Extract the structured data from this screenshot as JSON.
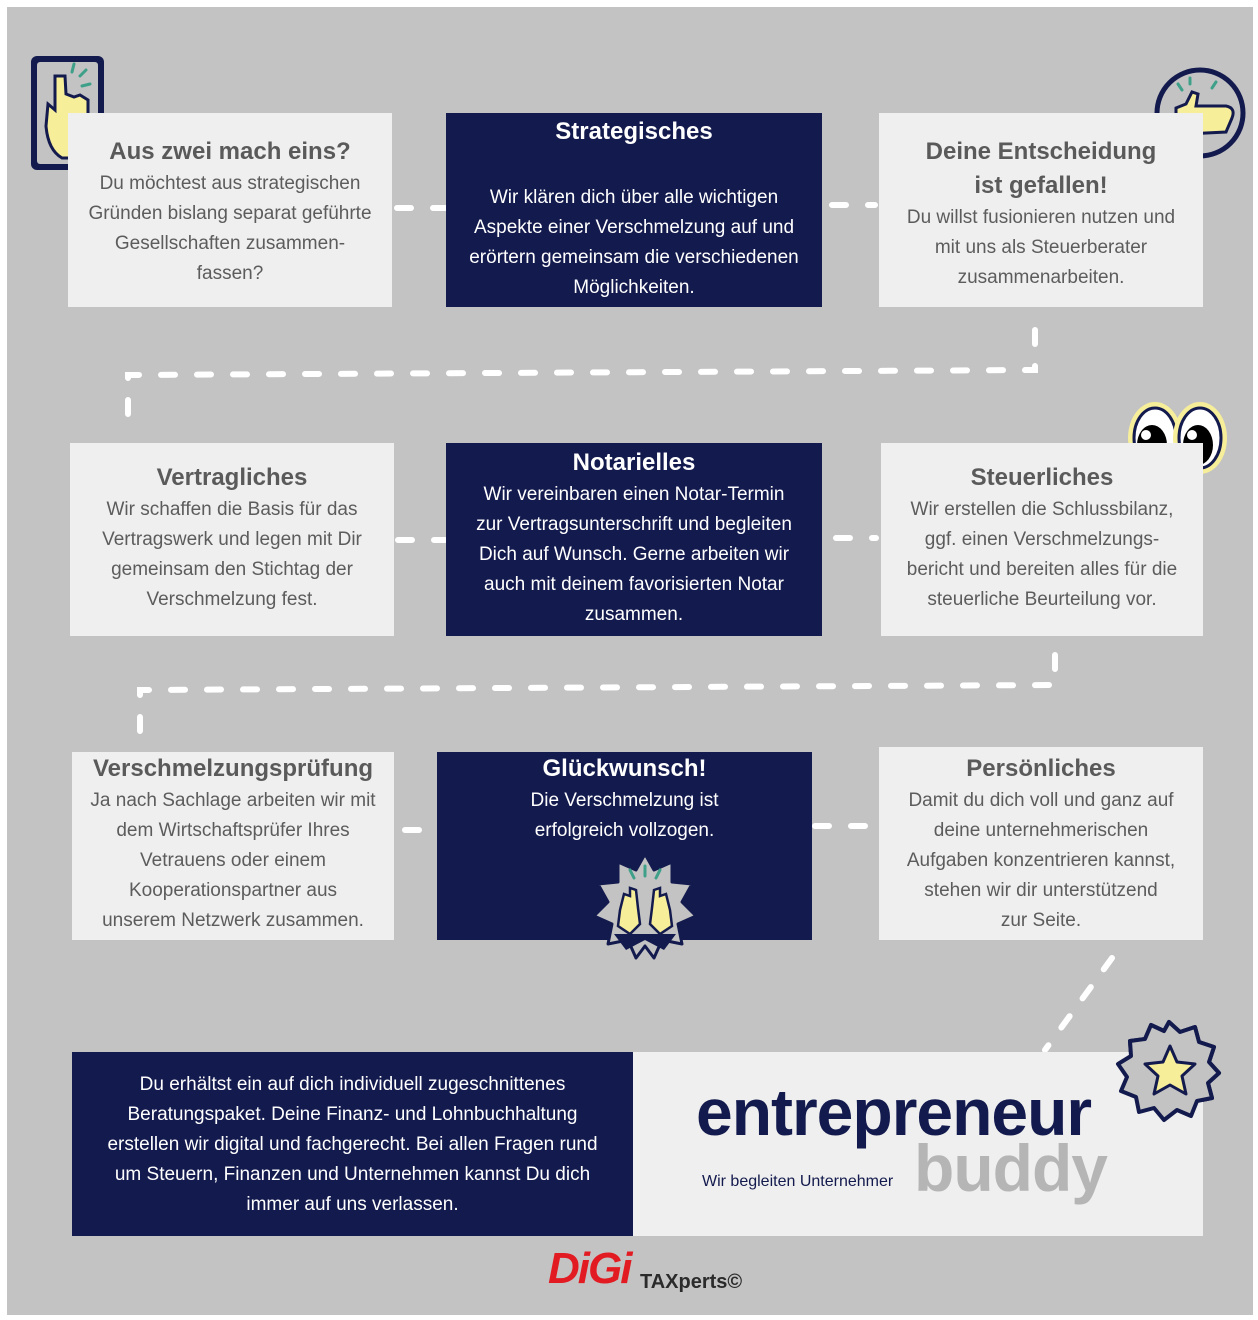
{
  "boxes": {
    "b1": {
      "title": "Aus zwei mach eins?",
      "text": "Du möchtest aus strategischen\nGründen bislang separat geführte\nGesellschaften zusammen-\nfassen?"
    },
    "b2": {
      "title": "Strategisches",
      "text": "Wir klären dich über alle wichtigen\nAspekte einer Verschmelzung auf und\nerörtern gemeinsam die verschiedenen\nMöglichkeiten."
    },
    "b3": {
      "title": "Deine Entscheidung\nist gefallen!",
      "text": "Du willst fusionieren nutzen und\nmit uns als Steuerberater\nzusammenarbeiten."
    },
    "b4": {
      "title": "Vertragliches",
      "text": "Wir schaffen die Basis für das\nVertragswerk und legen mit Dir\ngemeinsam den Stichtag der\nVerschmelzung fest."
    },
    "b5": {
      "title": "Notarielles",
      "text": "Wir vereinbaren einen Notar-Termin\nzur Vertragsunterschrift und begleiten\nDich auf Wunsch. Gerne arbeiten wir\nauch mit deinem favorisierten Notar\nzusammen."
    },
    "b6": {
      "title": "Steuerliches",
      "text": "Wir erstellen die Schlussbilanz,\nggf. einen Verschmelzungs-\nbericht und bereiten alles für die\nsteuerliche Beurteilung vor."
    },
    "b7": {
      "title": "Verschmelzungsprüfung",
      "text": "Ja nach Sachlage arbeiten wir mit\ndem Wirtschaftsprüfer Ihres\nVetrauens oder einem\nKooperationspartner aus\nunserem Netzwerk zusammen."
    },
    "b8": {
      "title": "Glückwunsch!",
      "text": "Die Verschmelzung ist\nerfolgreich vollzogen."
    },
    "b9": {
      "title": "Persönliches",
      "text": "Damit du dich voll und ganz auf\ndeine unternehmerischen\nAufgaben konzentrieren kannst,\nstehen wir dir unterstützend\nzur Seite."
    }
  },
  "footer": {
    "text": "Du erhältst ein auf dich individuell zugeschnittenes\nBeratungspaket. Deine Finanz- und Lohnbuchhaltung\nerstellen wir digital und fachgerecht. Bei allen Fragen rund\num Steuern, Finanzen und Unternehmen kannst Du dich\nimmer auf uns verlassen.",
    "brand_main": "entrepreneur",
    "brand_sub": "buddy",
    "tagline": "Wir begleiten Unternehmer",
    "logo_digi": "DiGi",
    "logo_taxperts": "TAXperts©"
  },
  "icons": [
    "hand-pointing-up-icon",
    "thumbs-up-icon",
    "cartoon-eyes-icon",
    "celebration-hands-badge-icon",
    "star-badge-icon"
  ],
  "colors": {
    "background": "#c3c3c3",
    "light_box": "#efefef",
    "dark_box": "#131a4d",
    "accent_yellow": "#f7ee9a",
    "logo_red": "#e21b23"
  }
}
